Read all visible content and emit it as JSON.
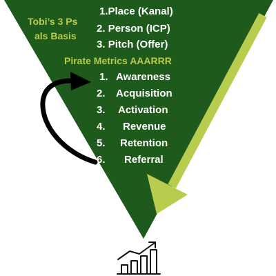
{
  "colors": {
    "funnel": "#1f5a1d",
    "accent": "#b8cc4e",
    "text": "#ffffff",
    "arrow": "#000000",
    "icon": "#111111"
  },
  "side_label": {
    "line1": "Tobi’s 3 Ps",
    "line2": "als Basis"
  },
  "three_ps": [
    {
      "num": "1.",
      "label": "Place (Kanal)"
    },
    {
      "num": "2.",
      "label": "Person (ICP)"
    },
    {
      "num": "3.",
      "label": "Pitch (Offer)"
    }
  ],
  "pirate_title": "Pirate Metrics AAARRR",
  "pirate_metrics": [
    {
      "num": "1.",
      "label": "Awareness"
    },
    {
      "num": "2.",
      "label": "Acquisition"
    },
    {
      "num": "3.",
      "label": "Activation"
    },
    {
      "num": "4.",
      "label": "Revenue"
    },
    {
      "num": "5.",
      "label": "Retention"
    },
    {
      "num": "6.",
      "label": "Referral"
    }
  ],
  "icons": {
    "loop_arrow": "curved-return-arrow",
    "down_arrow": "diagonal-down-arrow",
    "chart": "bar-chart-growth-icon"
  }
}
